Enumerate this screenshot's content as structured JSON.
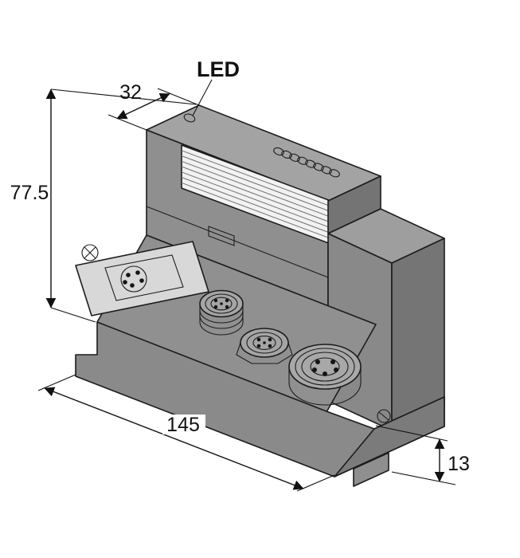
{
  "drawing": {
    "annotations": {
      "led_label": "LED",
      "dim_depth": "32",
      "dim_height": "77.5",
      "dim_length": "145",
      "dim_foot": "13"
    },
    "led_window_count": 8,
    "colors": {
      "background": "#ffffff",
      "body_grey": "#8f8f8f",
      "body_light": "#a3a3a3",
      "body_dark": "#757575",
      "outline": "#1c1c1c",
      "label_window": "#f2f2f2",
      "service_plate": "#d8d8d8"
    }
  }
}
